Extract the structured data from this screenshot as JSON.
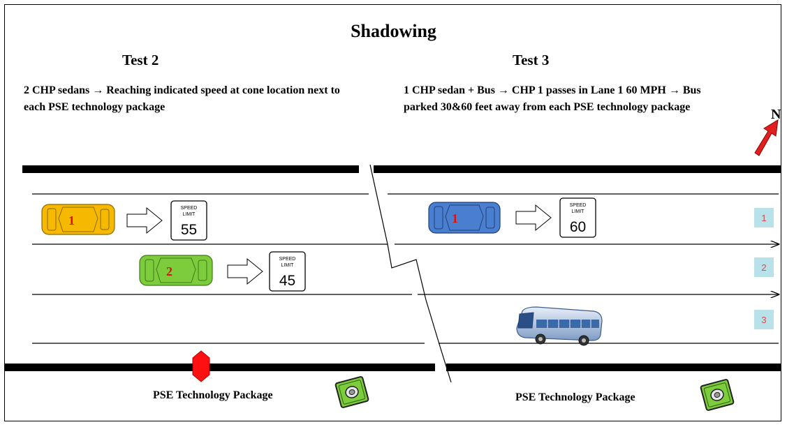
{
  "title": "Shadowing",
  "test2": {
    "heading": "Test 2",
    "description": "2 CHP sedans → Reaching indicated speed at cone location next to each PSE technology package",
    "cars": [
      {
        "label": "1",
        "color": "#f7b800",
        "speed_limit": "55"
      },
      {
        "label": "2",
        "color": "#7ccc3c",
        "speed_limit": "45"
      }
    ],
    "package_label": "PSE Technology Package"
  },
  "test3": {
    "heading": "Test 3",
    "description": "1 CHP sedan + Bus → CHP 1 passes in Lane 1 60 MPH → Bus parked 30&60 feet away from each PSE technology package",
    "car": {
      "label": "1",
      "color": "#4a7fd0",
      "speed_limit": "60"
    },
    "package_label": "PSE Technology Package"
  },
  "sign": {
    "line1": "SPEED",
    "line2": "LIMIT"
  },
  "compass": {
    "label": "N",
    "color": "#e02020"
  },
  "lanes": [
    "1",
    "2",
    "3"
  ],
  "colors": {
    "cone": "#ff1010",
    "lane_box": "#b9e1ea",
    "lane_text": "#d94a4a",
    "package": "#7ccc3c"
  }
}
